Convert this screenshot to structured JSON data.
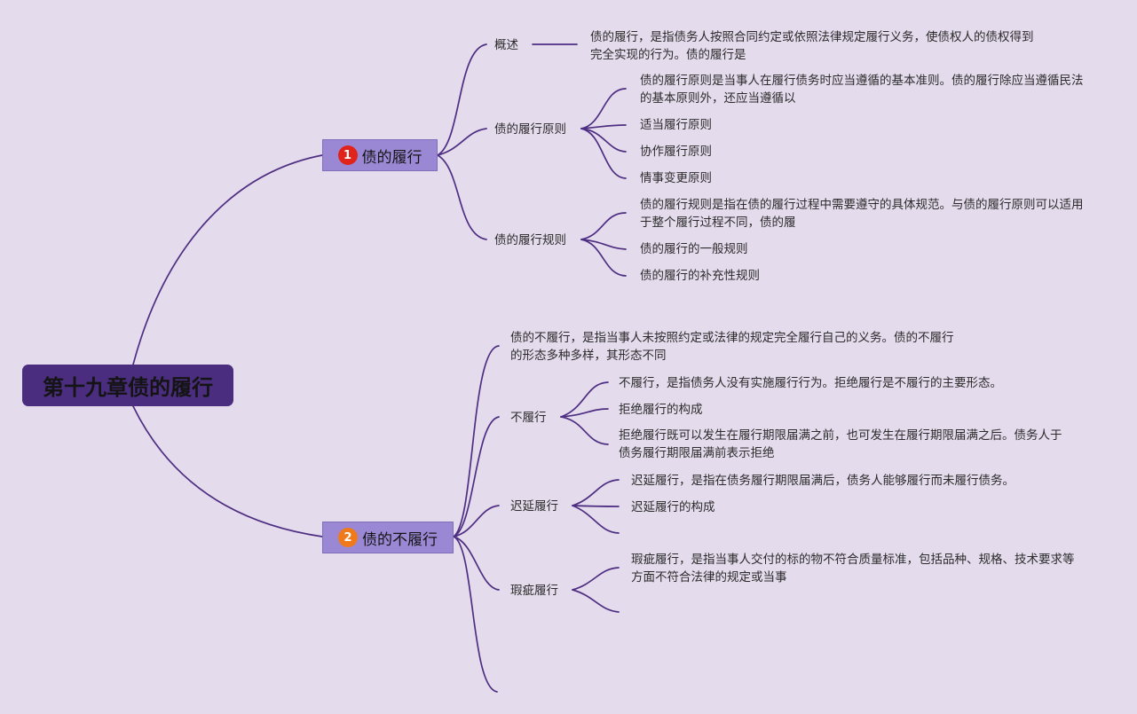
{
  "root": {
    "label": "第十九章债的履行"
  },
  "branch1": {
    "number": "1",
    "label": "债的履行",
    "badge_color": "#e0231b",
    "overview": {
      "label": "概述",
      "text": "债的履行，是指债务人按照合同约定或依照法律规定履行义务，使债权人的债权得到完全实现的行为。债的履行是"
    },
    "principles": {
      "label": "债的履行原则",
      "items": [
        "债的履行原则是当事人在履行债务时应当遵循的基本准则。债的履行除应当遵循民法的基本原则外，还应当遵循以",
        "适当履行原则",
        "协作履行原则",
        "情事变更原则"
      ]
    },
    "rules": {
      "label": "债的履行规则",
      "items": [
        "债的履行规则是指在债的履行过程中需要遵守的具体规范。与债的履行原则可以适用于整个履行过程不同，债的履",
        "债的履行的一般规则",
        "债的履行的补充性规则"
      ]
    }
  },
  "branch2": {
    "number": "2",
    "label": "债的不履行",
    "badge_color": "#f07a1a",
    "definition": "债的不履行，是指当事人未按照约定或法律的规定完全履行自己的义务。债的不履行的形态多种多样，其形态不同",
    "nonperformance": {
      "label": "不履行",
      "items": [
        "不履行，是指债务人没有实施履行行为。拒绝履行是不履行的主要形态。",
        "拒绝履行的构成",
        "拒绝履行既可以发生在履行期限届满之前，也可发生在履行期限届满之后。债务人于债务履行期限届满前表示拒绝"
      ]
    },
    "delay": {
      "label": "迟延履行",
      "items": [
        "迟延履行，是指在债务履行期限届满后，债务人能够履行而未履行债务。",
        "迟延履行的构成"
      ]
    },
    "defective": {
      "label": "瑕疵履行",
      "items": [
        "瑕疵履行，是指当事人交付的标的物不符合质量标准，包括品种、规格、技术要求等方面不符合法律的规定或当事"
      ]
    }
  },
  "colors": {
    "background": "#e4dbec",
    "root": "#4a2d7e",
    "branch": "#9a88d4",
    "line": "#4e2e82"
  }
}
